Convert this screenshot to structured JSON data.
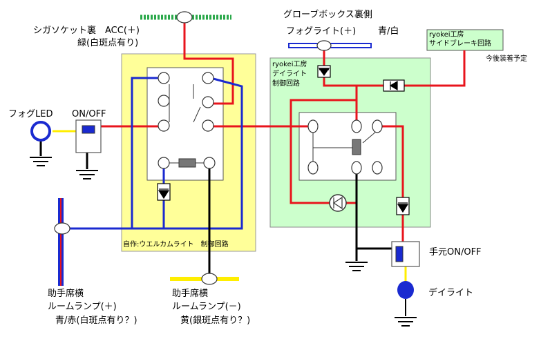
{
  "labels": {
    "cigar_line1": "シガソケット裏　ACC(＋)",
    "cigar_line2": "緑(白斑点有り)",
    "glovebox": "グローブボックス裏側",
    "foglight_plus": "フォグライト(＋)",
    "glovebox_wire_color": "青/白",
    "side_brake_line1": "ryokei工房",
    "side_brake_line2": "サイドブレーキ回路",
    "future": "今後装着予定",
    "daylight_ctrl_line1": "ryokei工房",
    "daylight_ctrl_line2": "デイライト",
    "daylight_ctrl_line3": "制御回路",
    "fog_led": "フォグLED",
    "on_off": "ON/OFF",
    "welcome_circuit": "自作:ウエルカムライト　制御回路",
    "hand_on_off": "手元ON/OFF",
    "daylight": "デイライト",
    "room_plus_line1": "助手席横",
    "room_plus_line2": "ルームランプ(＋)",
    "room_plus_line3": "青/赤(白斑点有り？)",
    "room_minus_line1": "助手席横",
    "room_minus_line2": "ルームランプ(－)",
    "room_minus_line3": "黄(銀斑点有り？)"
  },
  "colors": {
    "wire_red": "#e8141c",
    "wire_blue": "#1a2ad0",
    "wire_black": "#000000",
    "wire_yellow": "#ffee00",
    "wire_green": "#2aa84a",
    "panel_yellow": "#ffff99",
    "panel_green": "#ccffcc"
  }
}
